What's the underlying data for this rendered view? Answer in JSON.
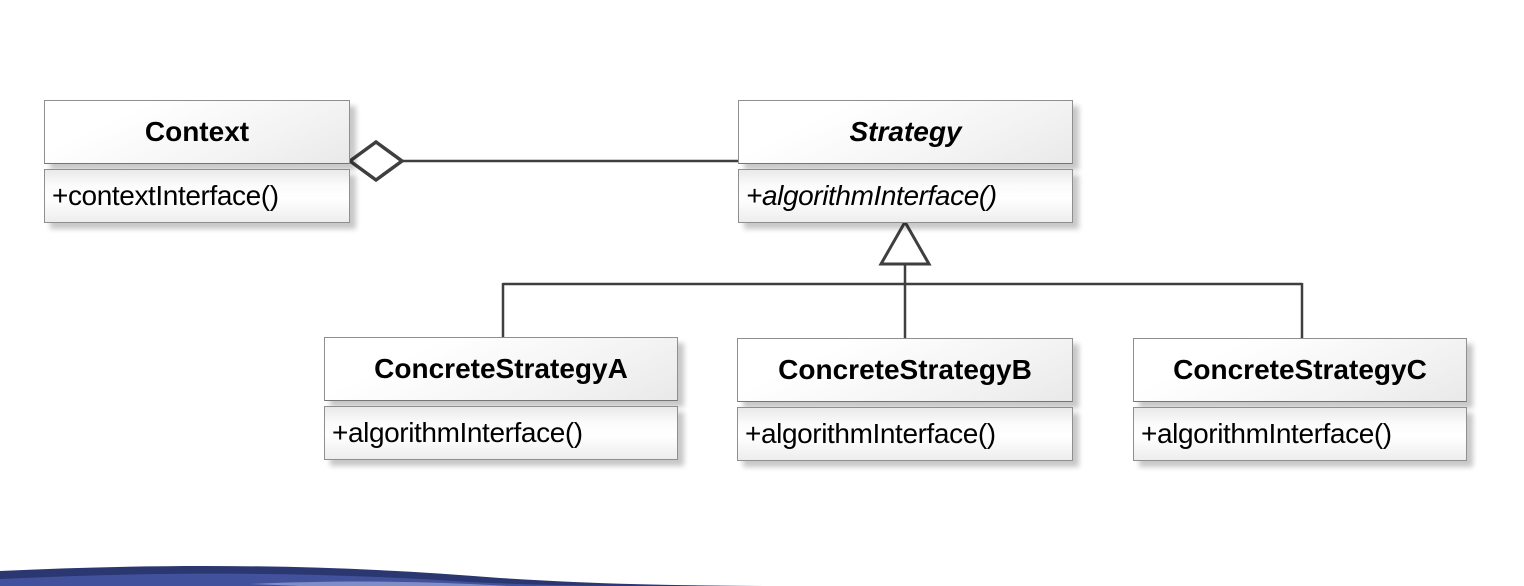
{
  "diagram": {
    "kind": "uml-class-diagram",
    "pattern": "Strategy",
    "classes": [
      {
        "id": "context",
        "name": "Context",
        "abstract": false,
        "methods": [
          "+contextInterface()"
        ]
      },
      {
        "id": "strategy",
        "name": "Strategy",
        "abstract": true,
        "methods": [
          "+algorithmInterface()"
        ]
      },
      {
        "id": "concreteA",
        "name": "ConcreteStrategyA",
        "abstract": false,
        "methods": [
          "+algorithmInterface()"
        ]
      },
      {
        "id": "concreteB",
        "name": "ConcreteStrategyB",
        "abstract": false,
        "methods": [
          "+algorithmInterface()"
        ]
      },
      {
        "id": "concreteC",
        "name": "ConcreteStrategyC",
        "abstract": false,
        "methods": [
          "+algorithmInterface()"
        ]
      }
    ],
    "relationships": [
      {
        "type": "aggregation",
        "from": "Context",
        "to": "Strategy",
        "marker": "open-diamond"
      },
      {
        "type": "generalization",
        "from": "ConcreteStrategyA",
        "to": "Strategy",
        "marker": "hollow-triangle"
      },
      {
        "type": "generalization",
        "from": "ConcreteStrategyB",
        "to": "Strategy",
        "marker": "hollow-triangle"
      },
      {
        "type": "generalization",
        "from": "ConcreteStrategyC",
        "to": "Strategy",
        "marker": "hollow-triangle"
      }
    ],
    "colors": {
      "background": "#ffffff",
      "box_border": "#8f8f8f",
      "box_fill_top": "#ffffff",
      "box_fill_bottom": "#e9e9e9",
      "connector": "#3f3f3f",
      "text": "#000000",
      "swoosh_dark": "#2b3770",
      "swoosh_light": "#42519c"
    }
  }
}
